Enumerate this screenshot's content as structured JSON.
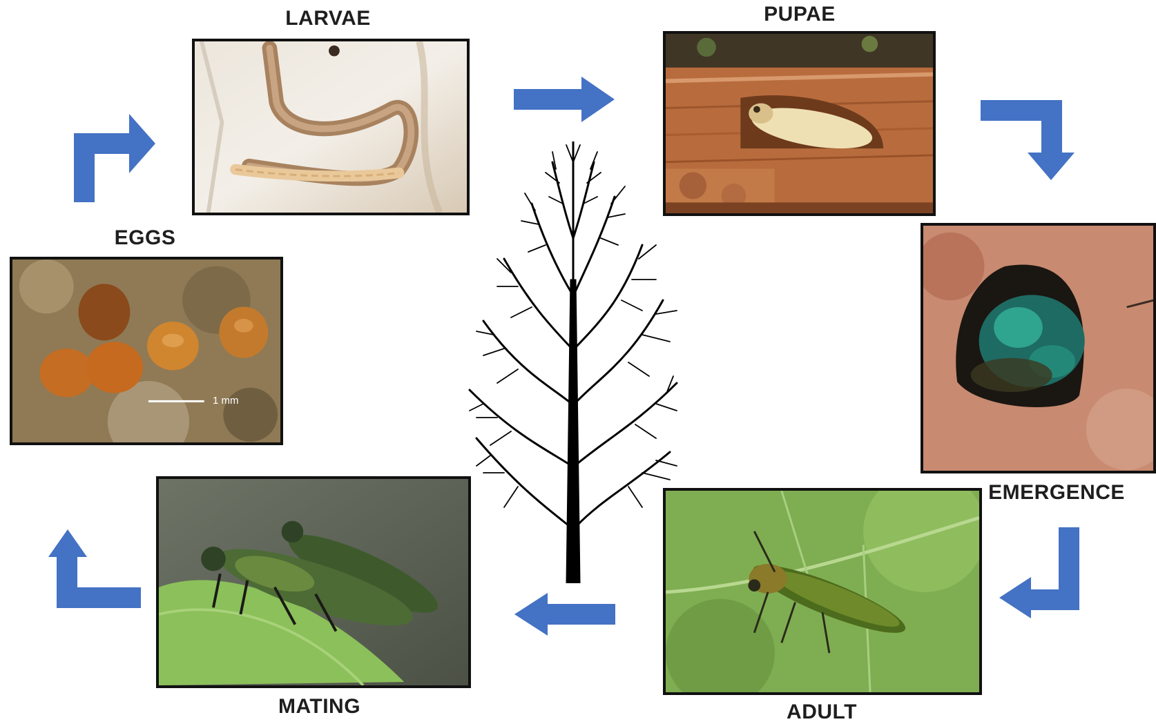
{
  "stages": {
    "larvae": "LARVAE",
    "pupae": "PUPAE",
    "eggs": "EGGS",
    "emergence": "EMERGENCE",
    "mating": "MATING",
    "adult": "ADULT"
  },
  "eggs_scale_bar": "1 mm",
  "colors": {
    "arrow": "#4472C4",
    "frame": "#111111",
    "tree": "#000000"
  },
  "icons": {
    "arrows": "block-arrow",
    "center": "tree-silhouette"
  }
}
